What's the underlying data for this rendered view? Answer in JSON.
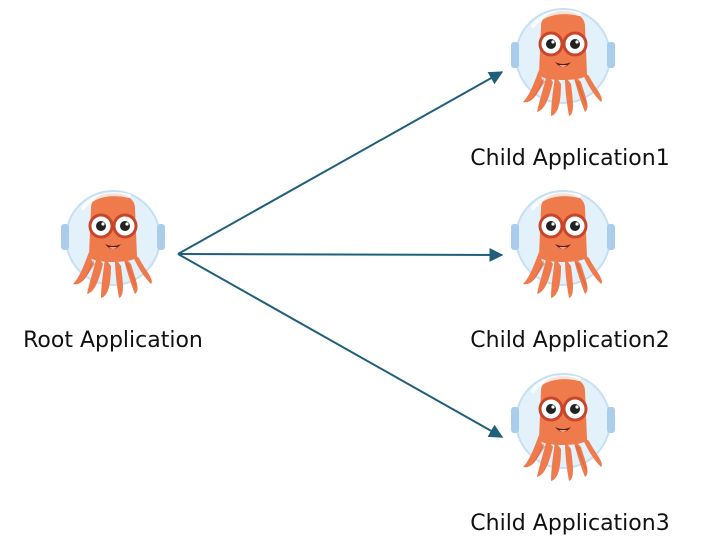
{
  "diagram": {
    "root": {
      "label": "Root Application",
      "icon": "octopus-mascot-icon"
    },
    "children": [
      {
        "label": "Child Application1",
        "icon": "octopus-mascot-icon"
      },
      {
        "label": "Child Application2",
        "icon": "octopus-mascot-icon"
      },
      {
        "label": "Child Application3",
        "icon": "octopus-mascot-icon"
      }
    ],
    "colors": {
      "arrow": "#1f5f7a",
      "body": "#ef7b4d",
      "body_dark": "#d9603a",
      "helmet": "#e3f1fb",
      "helmet_stroke": "#b9d9f0",
      "ear": "#a9cdea",
      "text": "#111111"
    }
  }
}
